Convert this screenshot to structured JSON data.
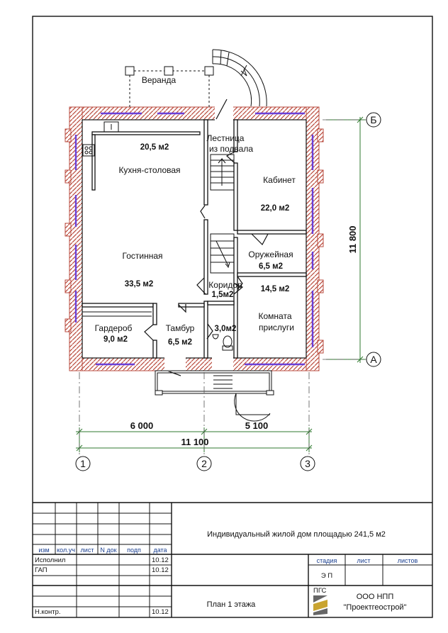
{
  "colors": {
    "wall": "#b94a3c",
    "window": "#6a3fd8",
    "dim_line": "#2f7a2f",
    "line": "#111111",
    "title_block_header": "#1a3f8f"
  },
  "rooms": {
    "veranda": "Веранда",
    "stair_label_1": "Лестница",
    "stair_label_2": "из подвала",
    "kitchen_area": "20,5 м2",
    "kitchen": "Кухня-столовая",
    "cabinet": "Кабинет",
    "cabinet_area": "22,0 м2",
    "living": "Гостинная",
    "living_area": "33,5 м2",
    "gun_room": "Оружейная",
    "gun_room_area": "6,5 м2",
    "corridor": "Коридор",
    "corridor_area": "1,5м2",
    "servant_area": "14,5 м2",
    "servant_1": "Комната",
    "servant_2": "прислуги",
    "wardrobe": "Гардероб",
    "wardrobe_area": "9,0 м2",
    "vestibule": "Тамбур",
    "vestibule_area": "6,5 м2",
    "wc_area": "3,0м2"
  },
  "dimensions": {
    "d1": "6 000",
    "d2": "5 100",
    "total_x": "11 100",
    "total_y": "11 800"
  },
  "axes": {
    "a1": "1",
    "a2": "2",
    "a3": "3",
    "aB": "Б",
    "aA": "А"
  },
  "title_block": {
    "col_izm": "изм",
    "col_kol": "кол.уч",
    "col_list": "лист",
    "col_ndok": "N док",
    "col_podp": "подп",
    "col_data": "дата",
    "row1_role": "Исполнил",
    "row1_date": "10.12",
    "row2_role": "ГАП",
    "row2_date": "10.12",
    "row3_role": "Н.контр.",
    "row3_date": "10.12",
    "project_title": "Индивидуальный жилой дом площадью 241,5 м2",
    "stage_header": "стадия",
    "sheet_header": "лист",
    "sheets_header": "листов",
    "stage_value": "Э П",
    "drawing_title": "План 1 этажа",
    "logo_text": "ПГС",
    "org_name_1": "ООО НПП",
    "org_name_2": "\"Проектгеострой\""
  }
}
